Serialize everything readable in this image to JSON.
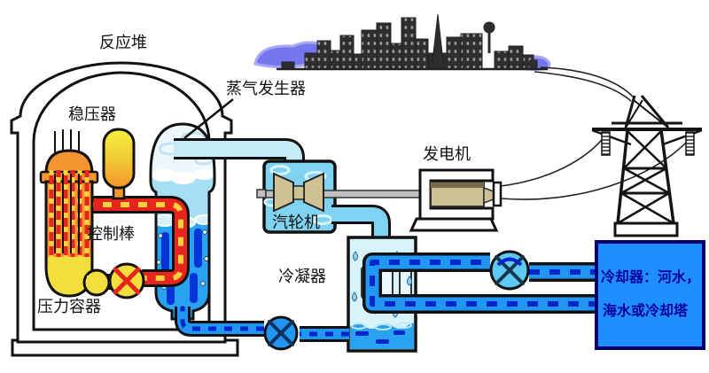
{
  "labels": {
    "reactor": "反应堆",
    "pressurizer": "稳压器",
    "steam_generator": "蒸气发生器",
    "control_rods": "控制棒",
    "pressure_vessel": "压力容器",
    "turbine": "汽轮机",
    "generator": "发电机",
    "condenser": "冷凝器",
    "cooler_line1": "冷却器：河水，",
    "cooler_line2": "海水或冷却塔"
  },
  "colors": {
    "hot_loop": "#e8251c",
    "hot_dash": "#ffd23d",
    "cold_loop": "#f2df3d",
    "steam_pipe": "#c5ebf7",
    "water_pipe": "#2196f3",
    "water_dash": "#0026cc",
    "cooler_box_fill": "#1e8ffc",
    "cooler_text": "#0000a0",
    "city_cloud": "#7575ee",
    "vessel_orange": "#f5952f"
  }
}
